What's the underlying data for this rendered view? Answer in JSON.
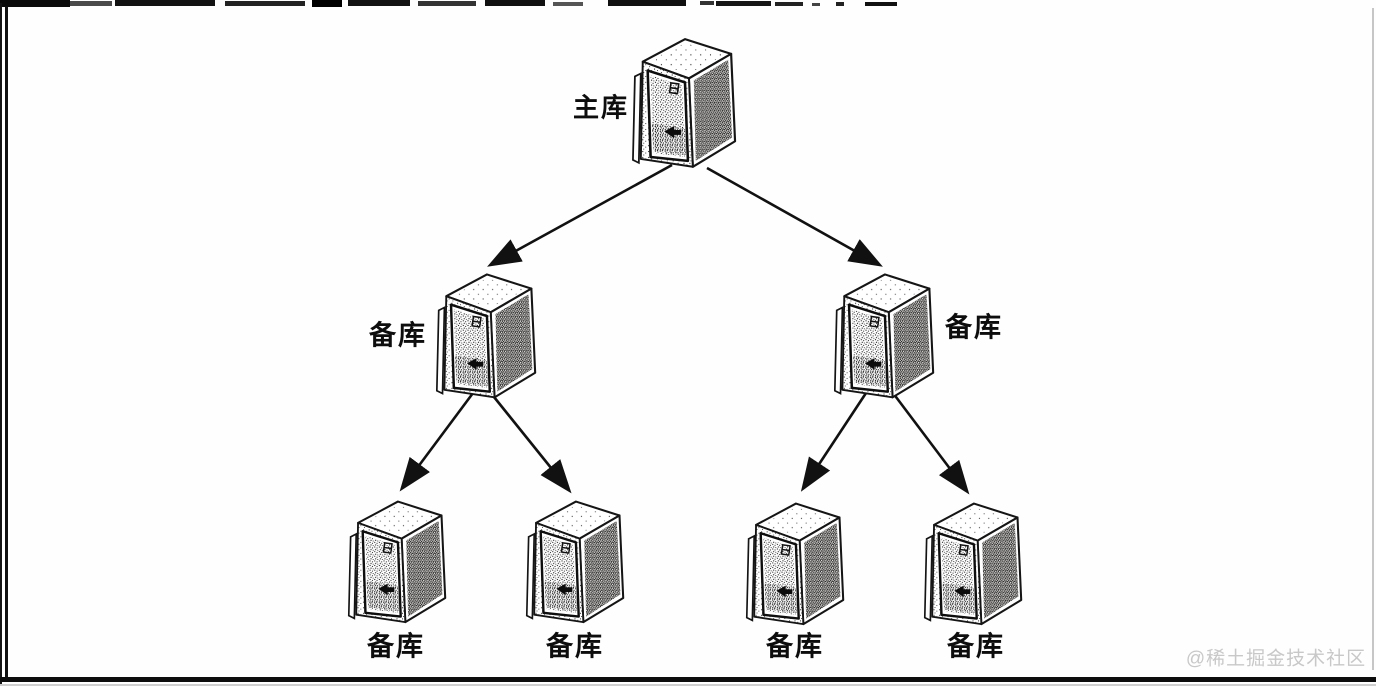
{
  "diagram": {
    "type": "tree",
    "description": "Database replication topology: one primary replicating to two standbys, each standby replicating to two more standbys",
    "nodes": [
      {
        "id": "master",
        "label": "主库"
      },
      {
        "id": "standby-left",
        "label": "备库"
      },
      {
        "id": "standby-right",
        "label": "备库"
      },
      {
        "id": "standby-leaf-1",
        "label": "备库"
      },
      {
        "id": "standby-leaf-2",
        "label": "备库"
      },
      {
        "id": "standby-leaf-3",
        "label": "备库"
      },
      {
        "id": "standby-leaf-4",
        "label": "备库"
      }
    ],
    "edges": [
      {
        "from": "master",
        "to": "standby-left"
      },
      {
        "from": "master",
        "to": "standby-right"
      },
      {
        "from": "standby-left",
        "to": "standby-leaf-1"
      },
      {
        "from": "standby-left",
        "to": "standby-leaf-2"
      },
      {
        "from": "standby-right",
        "to": "standby-leaf-3"
      },
      {
        "from": "standby-right",
        "to": "standby-leaf-4"
      }
    ]
  },
  "watermark": {
    "text": "@稀土掘金技术社区",
    "color": "#c8c8c8"
  },
  "colors": {
    "ink": "#111111",
    "background": "#ffffff"
  }
}
